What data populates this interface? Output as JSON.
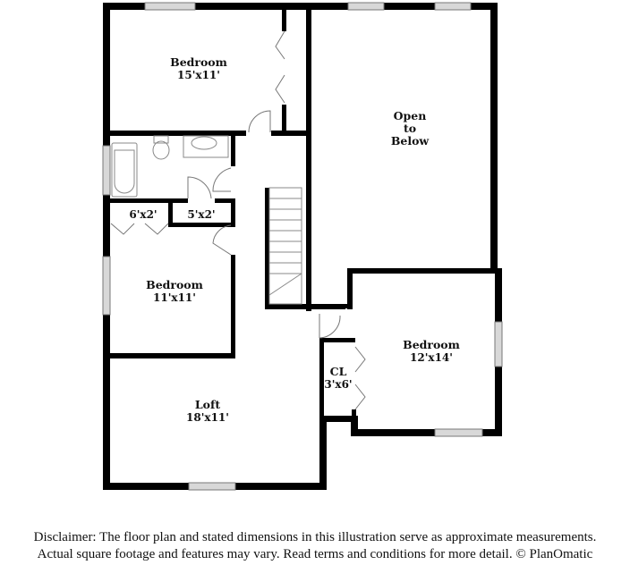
{
  "floor_plan": {
    "rooms": [
      {
        "id": "bedroom-1",
        "name": "Bedroom",
        "dims": "15'x11'"
      },
      {
        "id": "open-to-below",
        "name": "Open to Below",
        "lines": [
          "Open",
          "to",
          "Below"
        ]
      },
      {
        "id": "closet-1",
        "name": "",
        "dims": "6'x2'"
      },
      {
        "id": "closet-2",
        "name": "",
        "dims": "5'x2'"
      },
      {
        "id": "bedroom-2",
        "name": "Bedroom",
        "dims": "11'x11'"
      },
      {
        "id": "bedroom-3",
        "name": "Bedroom",
        "dims": "12'x14'"
      },
      {
        "id": "closet-3",
        "name": "CL",
        "dims": "3'x6'"
      },
      {
        "id": "loft",
        "name": "Loft",
        "dims": "18'x11'"
      }
    ],
    "colors": {
      "wall": "#000000",
      "window": "#d0d0d0",
      "fixture": "#888888"
    }
  },
  "disclaimer": {
    "line1": "Disclaimer: The floor plan and stated dimensions in this illustration serve as approximate measurements.",
    "line2": "Actual square footage and features may vary. Read terms and conditions for more detail. © PlanOmatic"
  }
}
